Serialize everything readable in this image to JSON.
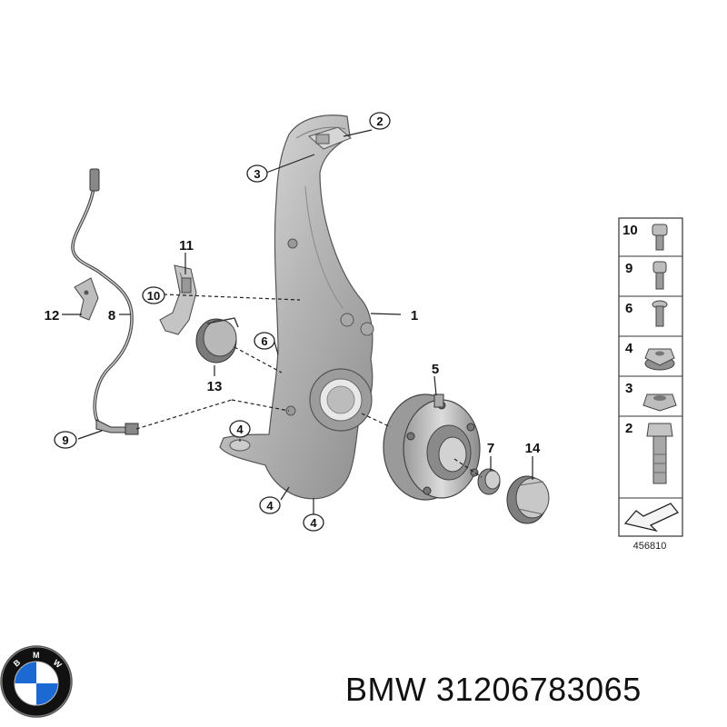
{
  "callouts": {
    "c1": "1",
    "c2": "2",
    "c3": "3",
    "c4a": "4",
    "c4b": "4",
    "c4c": "4",
    "c5": "5",
    "c6": "6",
    "c7": "7",
    "c8": "8",
    "c9": "9",
    "c10": "10",
    "c11": "11",
    "c12": "12",
    "c13": "13",
    "c14": "14"
  },
  "legend": {
    "rows": [
      "10",
      "9",
      "6",
      "4",
      "3",
      "2"
    ],
    "diagram_id": "456810"
  },
  "footer": {
    "brand_part_text": "BMW 31206783065"
  },
  "logo": {
    "letters": "BMW",
    "colors": {
      "blue": "#1c69d4",
      "white": "#ffffff",
      "ring": "#111111"
    }
  }
}
